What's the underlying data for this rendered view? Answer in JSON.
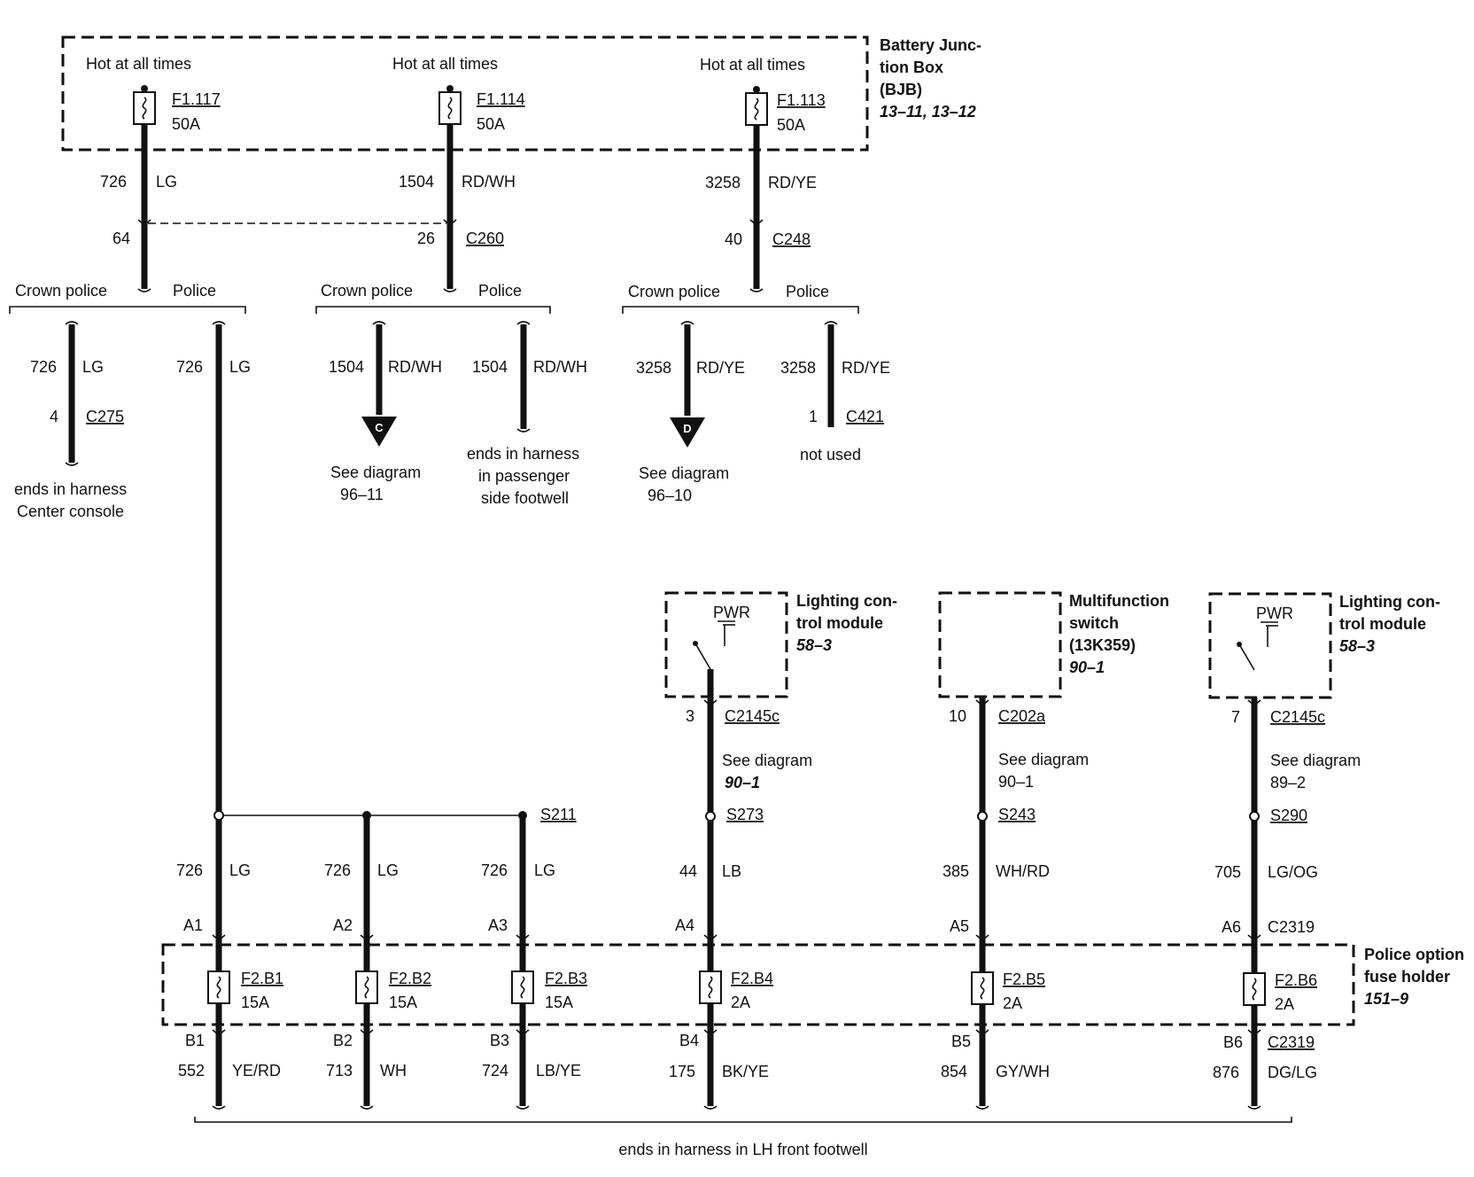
{
  "bjb": {
    "title1": "Battery Junc-",
    "title2": "tion Box",
    "title3": "(BJB)",
    "ref": "13–11, 13–12",
    "fuses": [
      {
        "hot": "Hot at all times",
        "id": "F1.117",
        "rating": "50A",
        "circuit": "726",
        "color": "LG",
        "pin": "64",
        "connector": "C260"
      },
      {
        "hot": "Hot at all times",
        "id": "F1.114",
        "rating": "50A",
        "circuit": "1504",
        "color": "RD/WH",
        "pin": "26",
        "connector": "C260"
      },
      {
        "hot": "Hot at all times",
        "id": "F1.113",
        "rating": "50A",
        "circuit": "3258",
        "color": "RD/YE",
        "pin": "40",
        "connector": "C248"
      }
    ]
  },
  "branches": {
    "crown": "Crown police",
    "police": "Police",
    "b1_crown": {
      "circuit": "726",
      "color": "LG",
      "pin": "4",
      "connector": "C275",
      "note1": "ends in harness",
      "note2": "Center console"
    },
    "b1_police": {
      "circuit": "726",
      "color": "LG"
    },
    "b2_crown": {
      "circuit": "1504",
      "color": "RD/WH",
      "arrow": "C",
      "note1": "See diagram",
      "note2": "96–11"
    },
    "b2_police": {
      "circuit": "1504",
      "color": "RD/WH",
      "note1": "ends in harness",
      "note2": "in passenger",
      "note3": "side footwell"
    },
    "b3_crown": {
      "circuit": "3258",
      "color": "RD/YE",
      "arrow": "D",
      "note1": "See diagram",
      "note2": "96–10"
    },
    "b3_police": {
      "circuit": "3258",
      "color": "RD/YE",
      "pin": "1",
      "connector": "C421",
      "note1": "not used"
    }
  },
  "modules": [
    {
      "title1": "Lighting con-",
      "title2": "trol module",
      "ref": "58–3",
      "inner": "PWR",
      "pin": "3",
      "connector": "C2145c",
      "see1": "See diagram",
      "see2": "90–1",
      "splice": "S273",
      "circuit": "44",
      "color": "LB"
    },
    {
      "title1": "Multifunction",
      "title2": "switch",
      "title3": "(13K359)",
      "ref": "90–1",
      "pin": "10",
      "connector": "C202a",
      "see1": "See diagram",
      "see2": "90–1",
      "splice": "S243",
      "circuit": "385",
      "color": "WH/RD"
    },
    {
      "title1": "Lighting con-",
      "title2": "trol module",
      "ref": "58–3",
      "inner": "PWR",
      "pin": "7",
      "connector": "C2145c",
      "see1": "See diagram",
      "see2": "89–2",
      "splice": "S290",
      "circuit": "705",
      "color": "LG/OG"
    }
  ],
  "splice_s211": "S211",
  "fuse_holder": {
    "title1": "Police option",
    "title2": "fuse holder",
    "ref": "151–9",
    "connector_a": "C2319",
    "connector_b": "C2319",
    "fuses": [
      {
        "in_circuit": "726",
        "in_color": "LG",
        "pin_a": "A1",
        "id": "F2.B1",
        "rating": "15A",
        "pin_b": "B1",
        "out_circuit": "552",
        "out_color": "YE/RD"
      },
      {
        "in_circuit": "726",
        "in_color": "LG",
        "pin_a": "A2",
        "id": "F2.B2",
        "rating": "15A",
        "pin_b": "B2",
        "out_circuit": "713",
        "out_color": "WH"
      },
      {
        "in_circuit": "726",
        "in_color": "LG",
        "pin_a": "A3",
        "id": "F2.B3",
        "rating": "15A",
        "pin_b": "B3",
        "out_circuit": "724",
        "out_color": "LB/YE"
      },
      {
        "in_circuit": "44",
        "in_color": "LB",
        "pin_a": "A4",
        "id": "F2.B4",
        "rating": "2A",
        "pin_b": "B4",
        "out_circuit": "175",
        "out_color": "BK/YE"
      },
      {
        "in_circuit": "385",
        "in_color": "WH/RD",
        "pin_a": "A5",
        "id": "F2.B5",
        "rating": "2A",
        "pin_b": "B5",
        "out_circuit": "854",
        "out_color": "GY/WH"
      },
      {
        "in_circuit": "705",
        "in_color": "LG/OG",
        "pin_a": "A6",
        "id": "F2.B6",
        "rating": "2A",
        "pin_b": "B6",
        "out_circuit": "876",
        "out_color": "DG/LG"
      }
    ]
  },
  "footer": "ends in harness in LH front footwell"
}
